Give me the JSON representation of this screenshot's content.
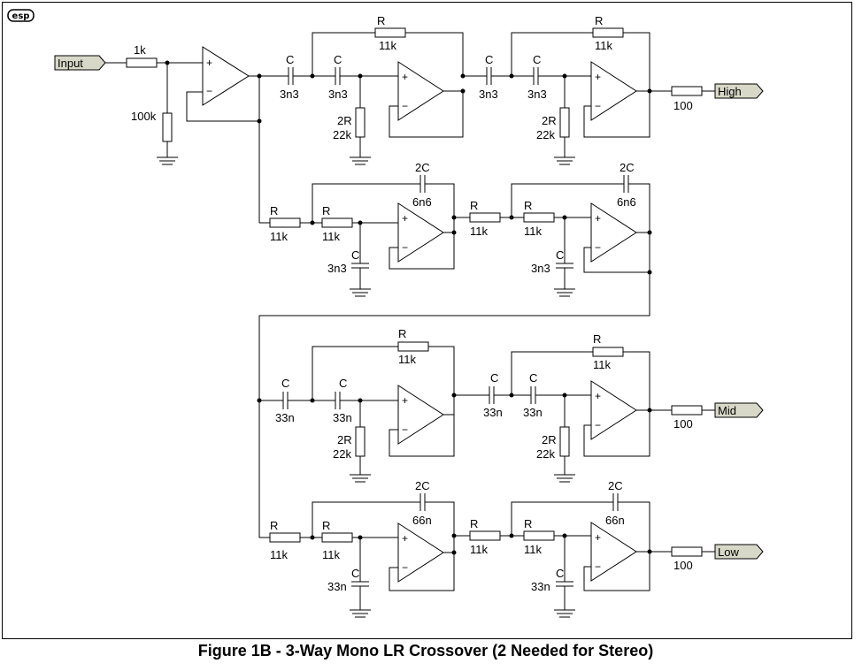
{
  "logo": "esp",
  "caption": "Figure 1B - 3-Way Mono LR Crossover (2 Needed for Stereo)",
  "ports": {
    "input": "Input",
    "high": "High",
    "mid": "Mid",
    "low": "Low"
  },
  "labels": {
    "r_in": "1k",
    "r_ground": "100k",
    "r_out_high": "100",
    "r_out_mid": "100",
    "r_out_low": "100",
    "hp1_c1_name": "C",
    "hp1_c1_val": "3n3",
    "hp1_c2_name": "C",
    "hp1_c2_val": "3n3",
    "hp1_rf_name": "R",
    "hp1_rf_val": "11k",
    "hp1_rg_name": "2R",
    "hp1_rg_val": "22k",
    "hp2_c1_name": "C",
    "hp2_c1_val": "3n3",
    "hp2_c2_name": "C",
    "hp2_c2_val": "3n3",
    "hp2_rf_name": "R",
    "hp2_rf_val": "11k",
    "hp2_rg_name": "2R",
    "hp2_rg_val": "22k",
    "lp1_r1_name": "R",
    "lp1_r1_val": "11k",
    "lp1_r2_name": "R",
    "lp1_r2_val": "11k",
    "lp1_cf_name": "2C",
    "lp1_cf_val": "6n6",
    "lp1_cg_name": "C",
    "lp1_cg_val": "3n3",
    "lp2_r1_name": "R",
    "lp2_r1_val": "11k",
    "lp2_r2_name": "R",
    "lp2_r2_val": "11k",
    "lp2_cf_name": "2C",
    "lp2_cf_val": "6n6",
    "lp2_cg_name": "C",
    "lp2_cg_val": "3n3",
    "hp3_c1_name": "C",
    "hp3_c1_val": "33n",
    "hp3_c2_name": "C",
    "hp3_c2_val": "33n",
    "hp3_rf_name": "R",
    "hp3_rf_val": "11k",
    "hp3_rg_name": "2R",
    "hp3_rg_val": "22k",
    "hp4_c1_name": "C",
    "hp4_c1_val": "33n",
    "hp4_c2_name": "C",
    "hp4_c2_val": "33n",
    "hp4_rf_name": "R",
    "hp4_rf_val": "11k",
    "hp4_rg_name": "2R",
    "hp4_rg_val": "22k",
    "lp3_r1_name": "R",
    "lp3_r1_val": "11k",
    "lp3_r2_name": "R",
    "lp3_r2_val": "11k",
    "lp3_cf_name": "2C",
    "lp3_cf_val": "66n",
    "lp3_cg_name": "C",
    "lp3_cg_val": "33n",
    "lp4_r1_name": "R",
    "lp4_r1_val": "11k",
    "lp4_r2_name": "R",
    "lp4_r2_val": "11k",
    "lp4_cf_name": "2C",
    "lp4_cf_val": "66n",
    "lp4_cg_name": "C",
    "lp4_cg_val": "33n"
  },
  "pin_plus": "+",
  "pin_minus": "−"
}
